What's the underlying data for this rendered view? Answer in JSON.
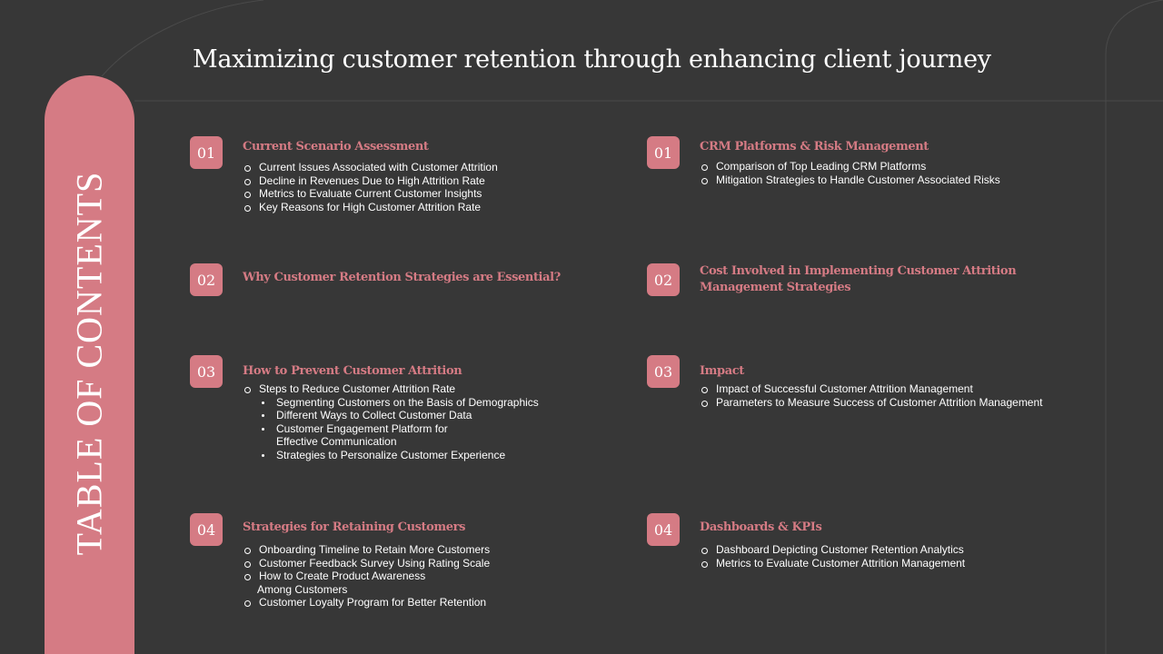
{
  "side_label": "TABLE OF CONTENTS",
  "title": "Maximizing customer retention through enhancing client journey",
  "colors": {
    "accent": "#d57b84",
    "background": "#373737",
    "text": "#ffffff"
  },
  "left": [
    {
      "number": "01",
      "heading": "Current Scenario Assessment",
      "items": [
        "Current Issues Associated with Customer Attrition",
        "Decline in Revenues Due to High Attrition Rate",
        "Metrics to Evaluate Current Customer Insights",
        "Key Reasons for High Customer Attrition Rate"
      ]
    },
    {
      "number": "02",
      "heading": "Why Customer Retention Strategies are Essential?"
    },
    {
      "number": "03",
      "heading": "How to Prevent Customer Attrition",
      "items": [
        "Steps to Reduce Customer Attrition Rate",
        "Segmenting Customers on the Basis of Demographics",
        "Different Ways to Collect Customer Data",
        "Customer Engagement Platform for",
        "Effective Communication",
        "Strategies to Personalize Customer Experience"
      ]
    },
    {
      "number": "04",
      "heading": "Strategies for Retaining Customers",
      "items": [
        "Onboarding Timeline to Retain More Customers",
        "Customer Feedback Survey Using Rating Scale",
        "How to Create Product Awareness",
        "Among Customers",
        "Customer Loyalty Program for Better Retention"
      ]
    }
  ],
  "right": [
    {
      "number": "01",
      "heading": "CRM Platforms & Risk Management",
      "items": [
        "Comparison of Top Leading CRM Platforms",
        "Mitigation Strategies to Handle Customer Associated Risks"
      ]
    },
    {
      "number": "02",
      "heading_line1": "Cost Involved in Implementing Customer Attrition",
      "heading_line2": "Management Strategies"
    },
    {
      "number": "03",
      "heading": "Impact",
      "items": [
        "Impact of Successful Customer Attrition Management",
        "Parameters to Measure Success of Customer Attrition Management"
      ]
    },
    {
      "number": "04",
      "heading": "Dashboards & KPIs",
      "items": [
        "Dashboard Depicting Customer Retention Analytics",
        "Metrics to Evaluate Customer Attrition Management"
      ]
    }
  ]
}
